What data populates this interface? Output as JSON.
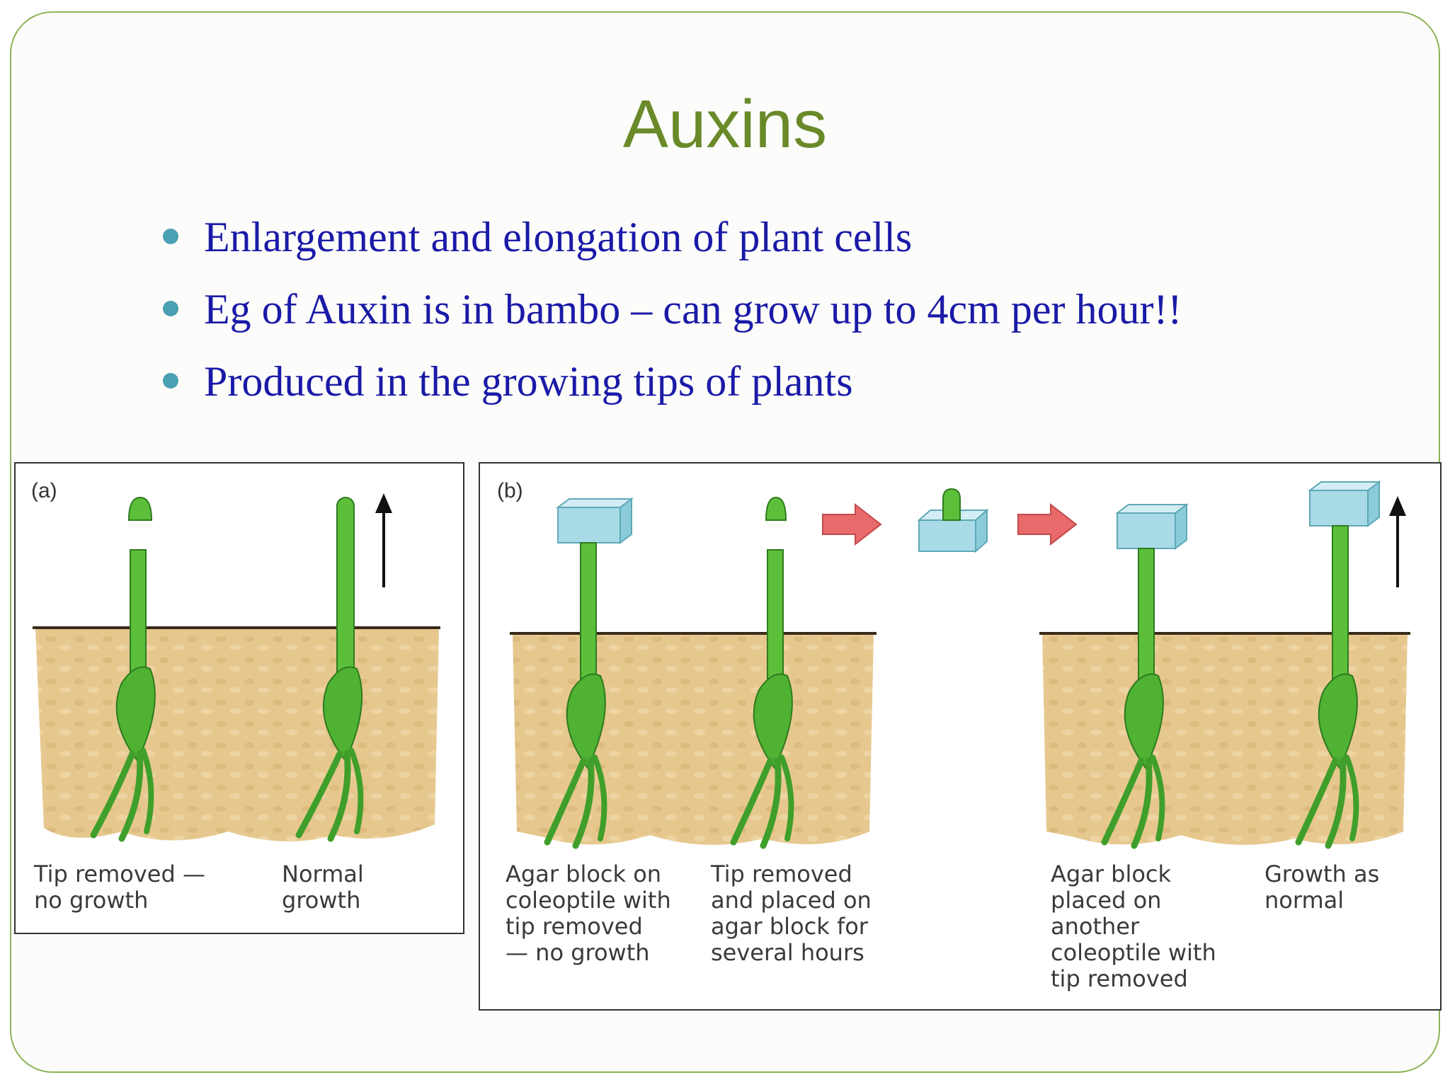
{
  "title": "Auxins",
  "bullets": [
    "Enlargement and elongation of plant cells",
    "Eg of Auxin is in bambo – can grow up to 4cm per hour!!",
    "Produced in the growing tips of plants"
  ],
  "figure": {
    "panel_a": {
      "label": "(a)",
      "captions": [
        "Tip removed —\nno growth",
        "Normal\ngrowth"
      ]
    },
    "panel_b": {
      "label": "(b)",
      "captions": [
        "Agar block on\ncoleoptile with\ntip removed\n— no growth",
        "Tip removed\nand placed on\nagar block for\nseveral hours",
        "Agar block\nplaced on\nanother\ncoleoptile with\ntip removed",
        "Growth as\nnormal"
      ]
    }
  },
  "colors": {
    "title": "#6a8a2a",
    "bullet_text": "#1a1aa8",
    "bullet_dot": "#4a9fb2",
    "frame": "#8db358",
    "soil": "#e3c58b",
    "stem": "#5cbf3a",
    "agar": "#a8dbe6",
    "arrow_red": "#e86a6a"
  }
}
